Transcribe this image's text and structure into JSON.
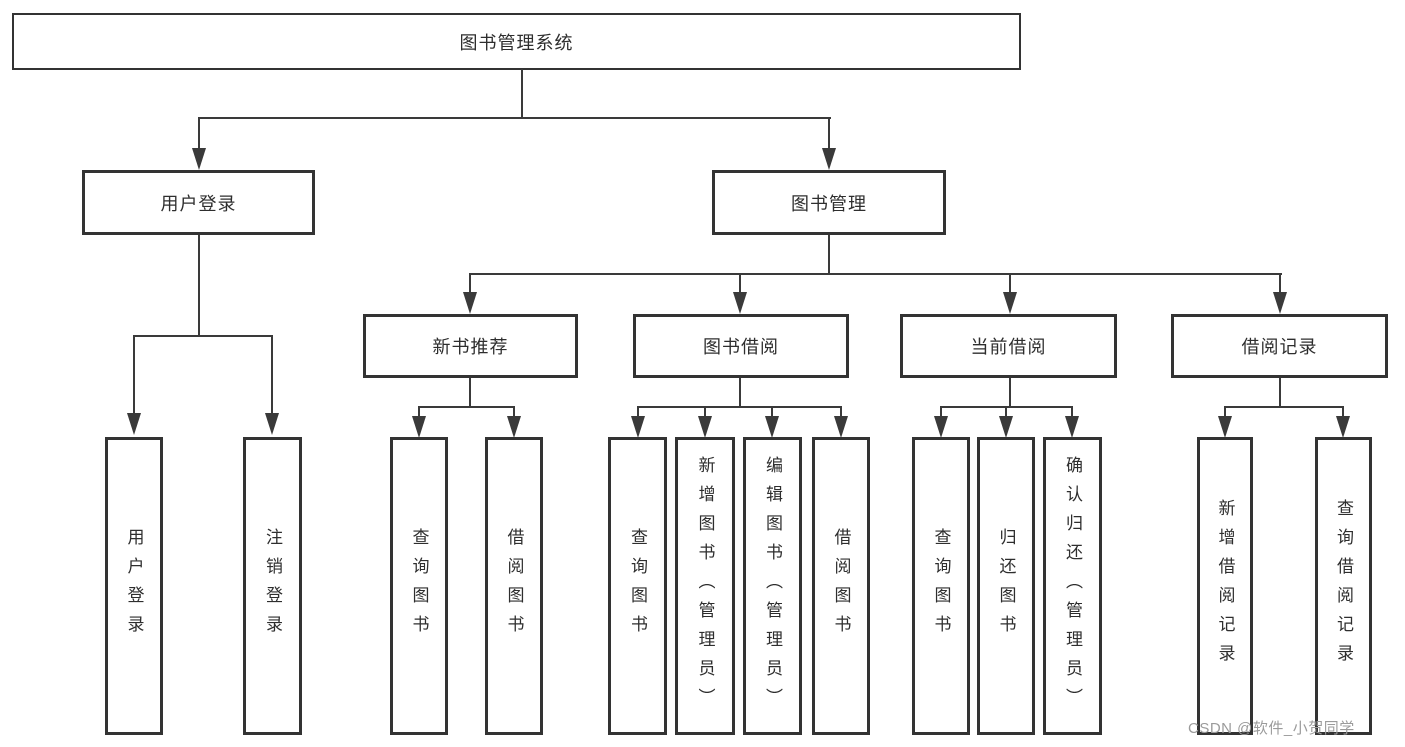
{
  "tree": {
    "root": "图书管理系统",
    "branches": [
      {
        "label": "用户登录",
        "children": [
          "用户登录",
          "注销登录"
        ]
      },
      {
        "label": "图书管理",
        "groups": [
          {
            "label": "新书推荐",
            "children": [
              "查询图书",
              "借阅图书"
            ]
          },
          {
            "label": "图书借阅",
            "children": [
              "查询图书",
              "新增图书（管理员）",
              "编辑图书（管理员）",
              "借阅图书"
            ]
          },
          {
            "label": "当前借阅",
            "children": [
              "查询图书",
              "归还图书",
              "确认归还（管理员）"
            ]
          },
          {
            "label": "借阅记录",
            "children": [
              "新增借阅记录",
              "查询借阅记录"
            ]
          }
        ]
      }
    ]
  },
  "watermark": "CSDN @软件_小贺同学",
  "colors": {
    "line": "#3a3a3a",
    "border": "#333333",
    "text": "#2e2e2e",
    "watermark": "#9b9b9b",
    "background": "#ffffff"
  }
}
